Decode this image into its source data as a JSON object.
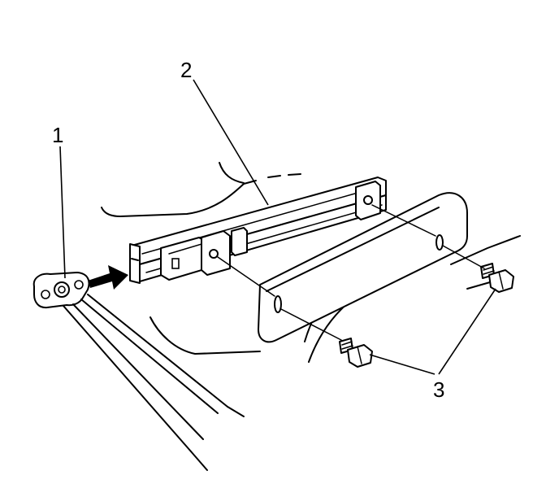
{
  "callouts": {
    "part_1": "1",
    "part_2": "2",
    "part_3": "3"
  },
  "colors": {
    "line": "#000000",
    "background": "#ffffff"
  },
  "icons": {
    "arrow": "install-direction-arrow-icon"
  }
}
